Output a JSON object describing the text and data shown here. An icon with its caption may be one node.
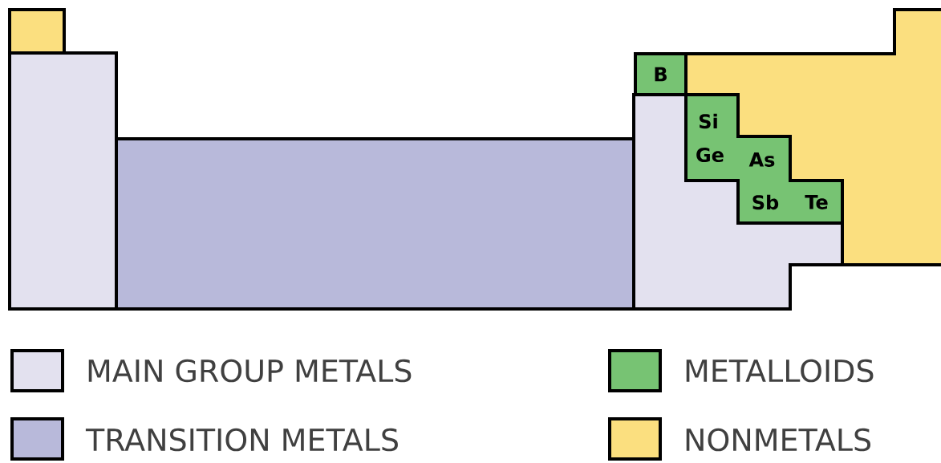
{
  "diagram": {
    "nodes": [
      {
        "text": [
          "B"
        ]
      },
      {
        "text": [
          "Si",
          "Ge",
          "As",
          "Sb",
          "Te"
        ]
      }
    ],
    "legend": [
      {
        "text": "MAIN GROUP METALS",
        "color": "#e3e1ef"
      },
      {
        "text": "TRANSITION METALS",
        "color": "#b8b9da"
      },
      {
        "text": "METALLOIDS",
        "color": "#77c373"
      },
      {
        "text": "NONMETALS",
        "color": "#fbdf7f"
      }
    ]
  }
}
